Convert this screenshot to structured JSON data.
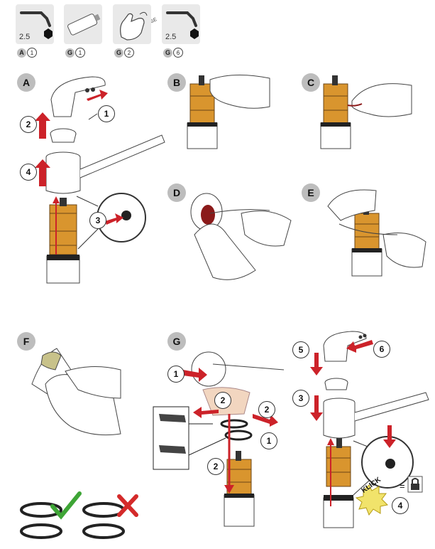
{
  "tools": [
    {
      "size": "2.5",
      "icon": "hex-key-icon",
      "ref_letter": "A",
      "ref_num": "1"
    },
    {
      "label": "GREASE",
      "icon": "grease-tube-icon",
      "ref_letter": "G",
      "ref_num": "1"
    },
    {
      "icon": "hand-icon",
      "ref_letter": "G",
      "ref_num": "2"
    },
    {
      "size": "2.5",
      "icon": "hex-key-icon",
      "ref_letter": "G",
      "ref_num": "6"
    }
  ],
  "steps": {
    "A": {
      "label": "A",
      "nums": [
        "2",
        "1",
        "4",
        "3"
      ]
    },
    "B": {
      "label": "B"
    },
    "C": {
      "label": "C"
    },
    "D": {
      "label": "D"
    },
    "E": {
      "label": "E"
    },
    "F": {
      "label": "F"
    },
    "G": {
      "label": "G",
      "nums": [
        "1",
        "2",
        "2",
        "1",
        "2",
        "5",
        "6",
        "3",
        "4"
      ],
      "klick": "KLICK",
      "equals": "="
    }
  },
  "colors": {
    "arrow": "#cc2229",
    "brass": "#d9952e",
    "badge": "#bdbdbd",
    "check": "#3ea536",
    "cross": "#d42a2a"
  }
}
